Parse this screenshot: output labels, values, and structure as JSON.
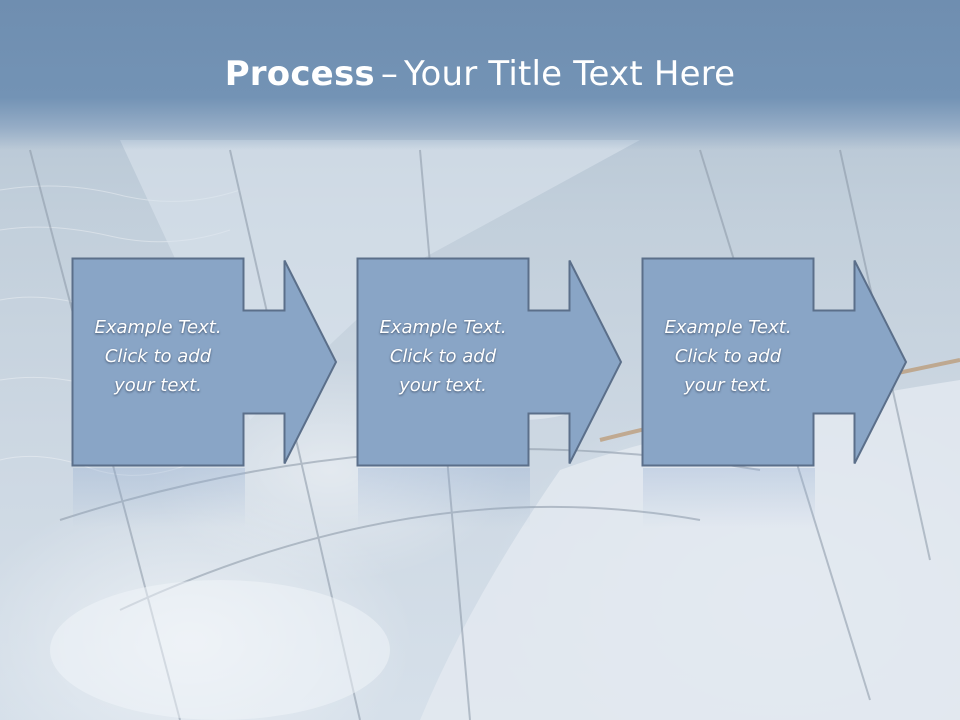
{
  "slide": {
    "title_bold": "Process",
    "title_dash": "–",
    "title_rest": "Your Title Text Here"
  },
  "steps": [
    {
      "line1": "Example Text.",
      "line2": "Click  to add",
      "line3": "your text."
    },
    {
      "line1": "Example Text.",
      "line2": "Click  to add",
      "line3": "your text."
    },
    {
      "line1": "Example Text.",
      "line2": "Click  to add",
      "line3": "your text."
    }
  ],
  "colors": {
    "box_fill": "#89a5c6",
    "box_stroke": "#5b6f8a",
    "title_band": "#7393b5"
  },
  "icons": [
    "arrow-right-icon"
  ]
}
